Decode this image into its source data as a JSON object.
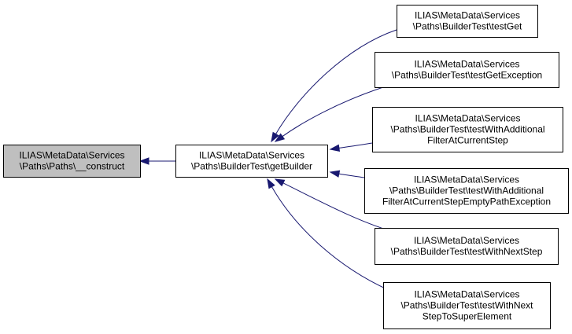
{
  "colors": {
    "edge": "#191970",
    "highlight_fill": "#bfbfbf",
    "node_fill": "#ffffff",
    "border": "#000000"
  },
  "nodes": [
    {
      "id": "construct",
      "lines": [
        "ILIAS\\MetaData\\Services",
        "\\Paths\\Paths\\__construct"
      ],
      "highlighted": true
    },
    {
      "id": "getBuilder",
      "lines": [
        "ILIAS\\MetaData\\Services",
        "\\Paths\\BuilderTest\\getBuilder"
      ],
      "highlighted": false
    },
    {
      "id": "testGet",
      "lines": [
        "ILIAS\\MetaData\\Services",
        "\\Paths\\BuilderTest\\testGet"
      ],
      "highlighted": false
    },
    {
      "id": "testGetException",
      "lines": [
        "ILIAS\\MetaData\\Services",
        "\\Paths\\BuilderTest\\testGetException"
      ],
      "highlighted": false
    },
    {
      "id": "testWithAdditionalFilterAtCurrentStep",
      "lines": [
        "ILIAS\\MetaData\\Services",
        "\\Paths\\BuilderTest\\testWithAdditional",
        "FilterAtCurrentStep"
      ],
      "highlighted": false
    },
    {
      "id": "testWithAdditionalFilterAtCurrentStepEmptyPathException",
      "lines": [
        "ILIAS\\MetaData\\Services",
        "\\Paths\\BuilderTest\\testWithAdditional",
        "FilterAtCurrentStepEmptyPathException"
      ],
      "highlighted": false
    },
    {
      "id": "testWithNextStep",
      "lines": [
        "ILIAS\\MetaData\\Services",
        "\\Paths\\BuilderTest\\testWithNextStep"
      ],
      "highlighted": false
    },
    {
      "id": "testWithNextStepToSuperElement",
      "lines": [
        "ILIAS\\MetaData\\Services",
        "\\Paths\\BuilderTest\\testWithNext",
        "StepToSuperElement"
      ],
      "highlighted": false
    }
  ],
  "edges": [
    {
      "from": "getBuilder",
      "to": "construct"
    },
    {
      "from": "testGet",
      "to": "getBuilder"
    },
    {
      "from": "testGetException",
      "to": "getBuilder"
    },
    {
      "from": "testWithAdditionalFilterAtCurrentStep",
      "to": "getBuilder"
    },
    {
      "from": "testWithAdditionalFilterAtCurrentStepEmptyPathException",
      "to": "getBuilder"
    },
    {
      "from": "testWithNextStep",
      "to": "getBuilder"
    },
    {
      "from": "testWithNextStepToSuperElement",
      "to": "getBuilder"
    }
  ]
}
